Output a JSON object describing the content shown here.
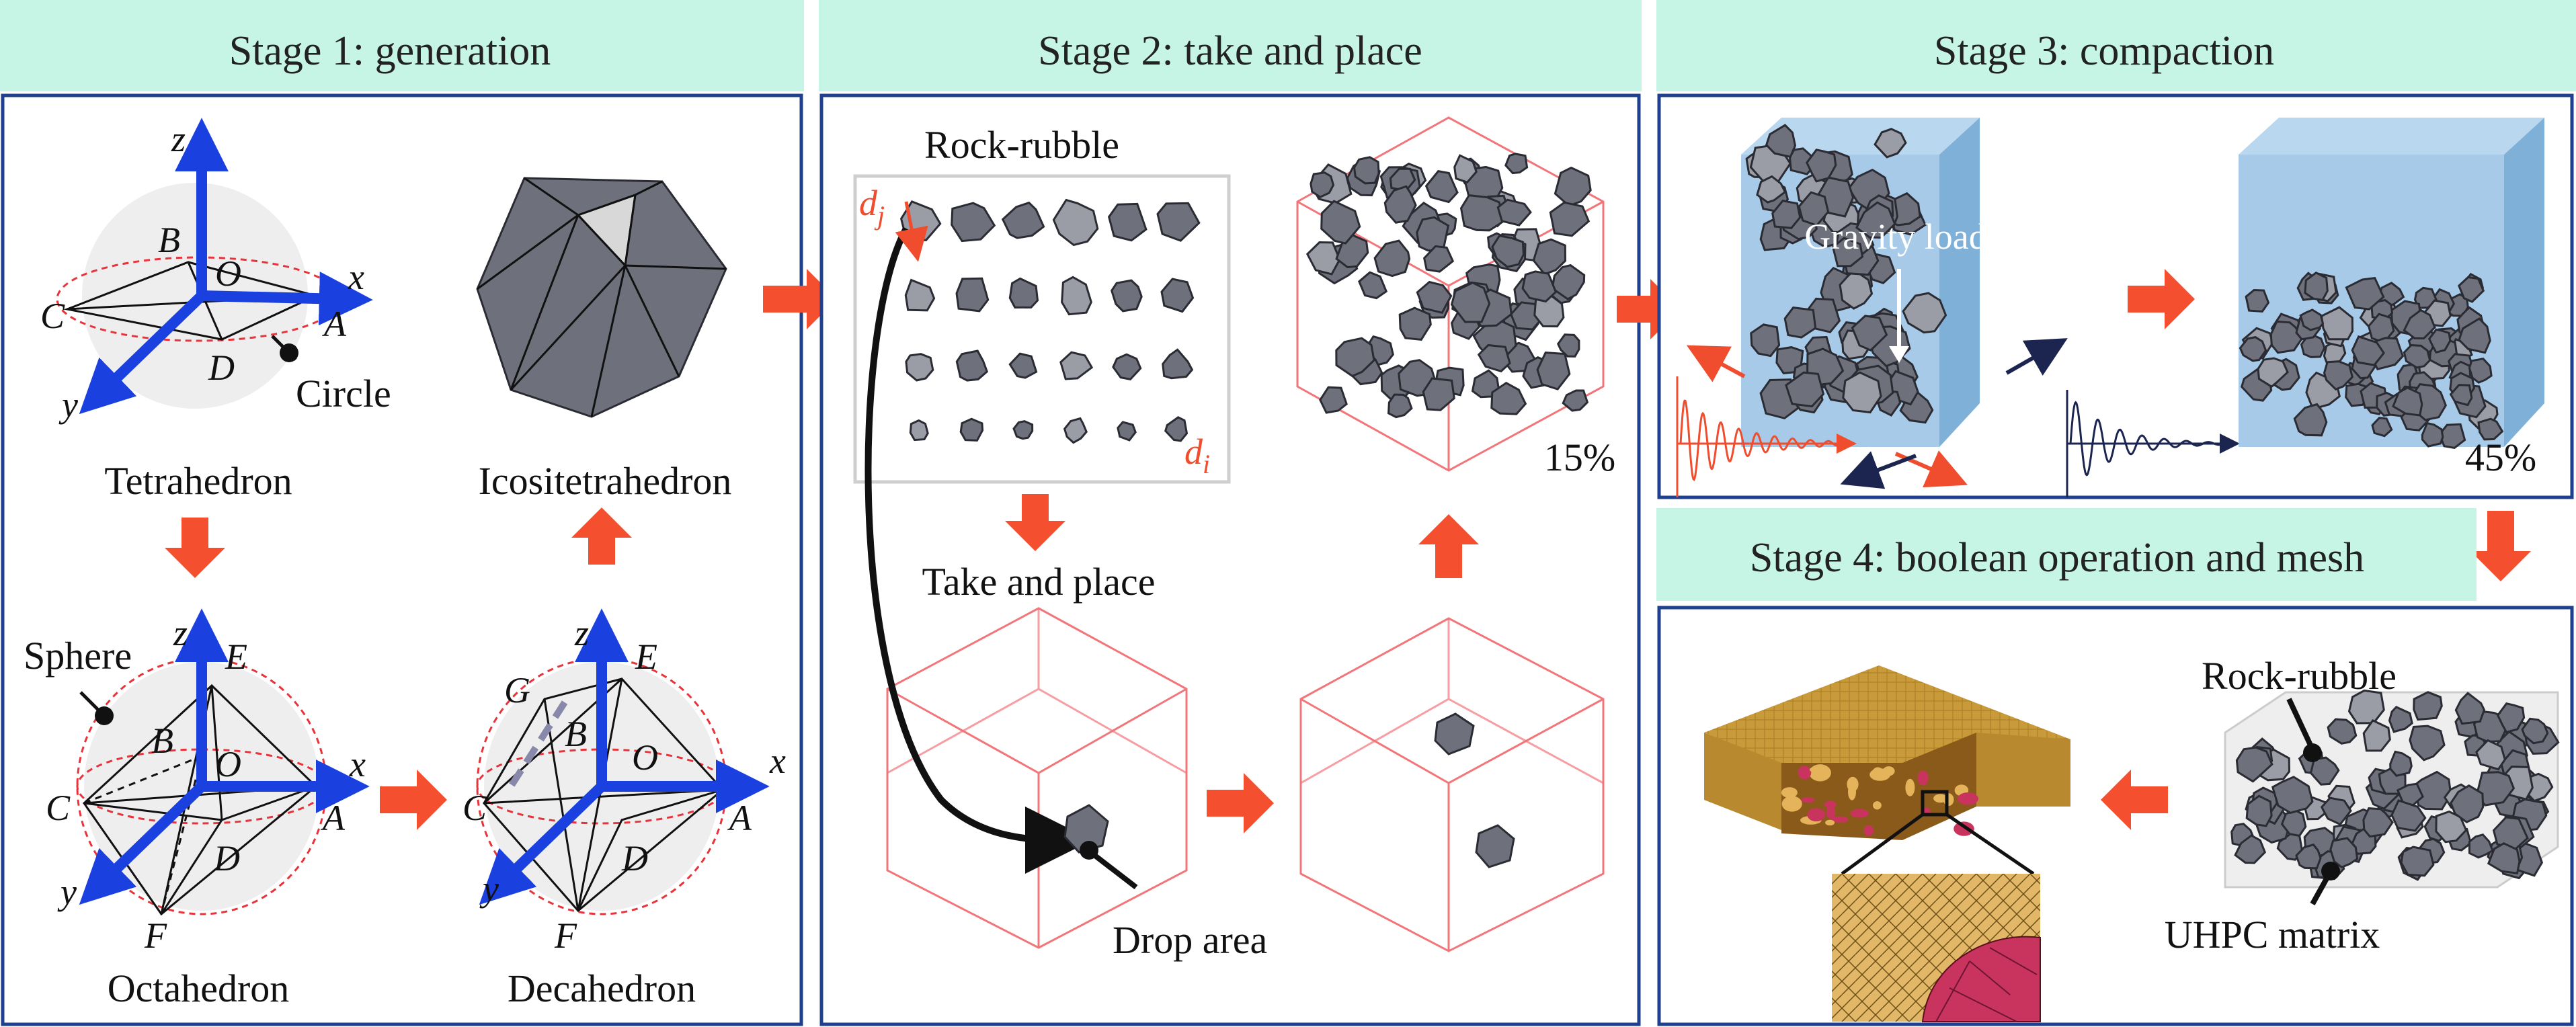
{
  "stage1": {
    "title": "Stage 1: generation",
    "tetrahedron": {
      "name": "Tetrahedron",
      "points": [
        "z",
        "B",
        "O",
        "x",
        "C",
        "A",
        "D",
        "y"
      ],
      "callout": "Circle"
    },
    "icositetrahedron": {
      "name": "Icositetrahedron"
    },
    "octahedron": {
      "name": "Octahedron",
      "points": [
        "z",
        "E",
        "B",
        "O",
        "x",
        "C",
        "A",
        "D",
        "y",
        "F"
      ],
      "callout": "Sphere"
    },
    "decahedron": {
      "name": "Decahedron",
      "points": [
        "z",
        "E",
        "G",
        "B",
        "O",
        "x",
        "C",
        "A",
        "D",
        "y",
        "F"
      ]
    }
  },
  "stage2": {
    "title": "Stage 2: take and place",
    "rock_rubble": "Rock-rubble",
    "d_j": "d",
    "d_j_sub": "j",
    "d_i": "d",
    "d_i_sub": "i",
    "take_and_place": "Take and place",
    "drop_area": "Drop area",
    "percent": "15%"
  },
  "stage3": {
    "title": "Stage 3: compaction",
    "gravity_load": "Gravity load",
    "percent": "45%"
  },
  "stage4": {
    "title": "Stage 4: boolean operation and mesh",
    "rock_rubble": "Rock-rubble",
    "uhpc_matrix": "UHPC matrix"
  },
  "colors": {
    "header": "#c6f5e6",
    "panel_border": "#1f3f8f",
    "axis": "#1a40e0",
    "arrow": "#f4502f",
    "rock": "#6e707b",
    "water_box": "#8fb8dc",
    "uhpc": "#c99a3a",
    "rubble_section": "#c8345e"
  }
}
